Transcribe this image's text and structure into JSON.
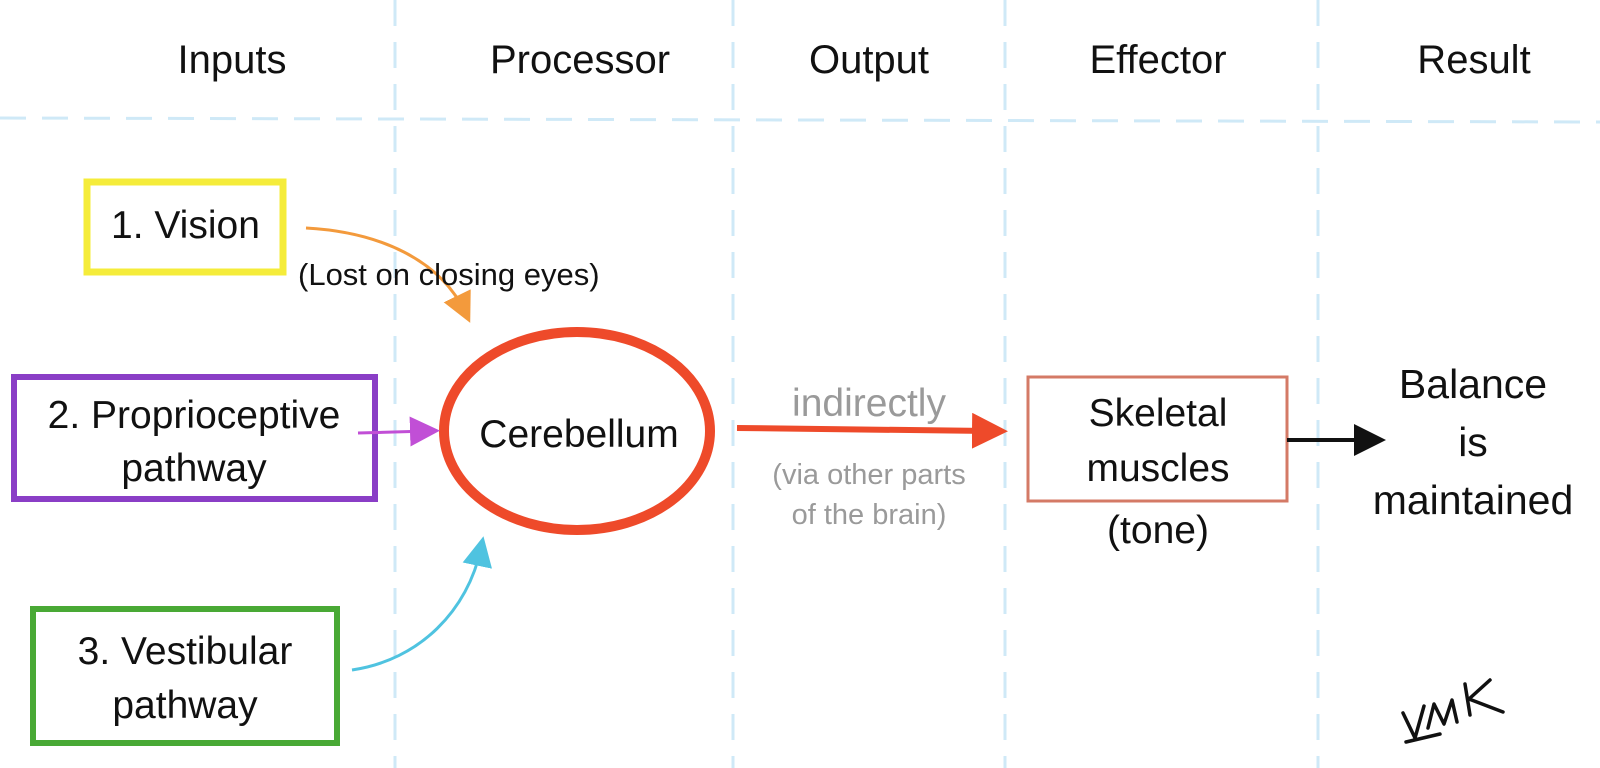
{
  "columns": {
    "inputs": "Inputs",
    "processor": "Processor",
    "output": "Output",
    "effector": "Effector",
    "result": "Result"
  },
  "inputs": {
    "vision": {
      "label": "1. Vision",
      "color": "#f5ec3a"
    },
    "vision_note": "(Lost on closing eyes)",
    "proprioceptive": {
      "line1": "2. Proprioceptive",
      "line2": "pathway",
      "color": "#8a3ec6"
    },
    "vestibular": {
      "line1": "3. Vestibular",
      "line2": "pathway",
      "color": "#49a935"
    }
  },
  "processor": {
    "label": "Cerebellum",
    "color": "#ee4a2a"
  },
  "output": {
    "label": "indirectly",
    "note_line1": "(via other parts",
    "note_line2": "of the brain)",
    "arrow_color": "#ee4a2a"
  },
  "effector": {
    "line1": "Skeletal",
    "line2": "muscles",
    "line3": "(tone)",
    "color": "#d47a66"
  },
  "result": {
    "line1": "Balance",
    "line2": "is",
    "line3": "maintained"
  },
  "arrow_colors": {
    "vision": "#f39a3c",
    "proprioceptive": "#c14fd6",
    "vestibular": "#4fc3e0",
    "result": "#111111"
  },
  "grid_color": "#cfe9f7",
  "signature": "VMK"
}
